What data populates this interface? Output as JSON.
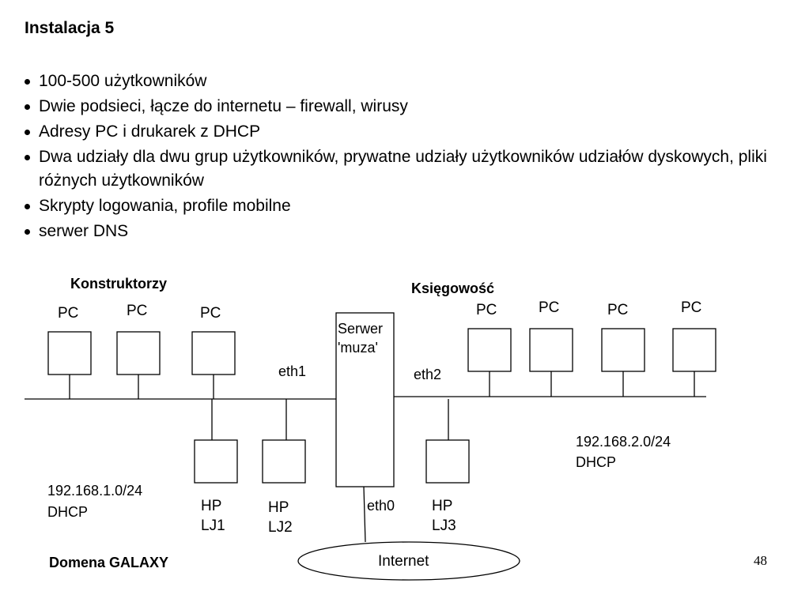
{
  "slide": {
    "title": "Instalacja 5",
    "bullets": [
      "100-500 użytkowników",
      "Dwie podsieci, łącze do internetu – firewall, wirusy",
      "Adresy PC i drukarek z DHCP",
      "Dwa udziały dla dwu grup użytkowników, prywatne udziały użytkowników udziałów dyskowych, pliki różnych użytkowników",
      "Skrypty logowania, profile mobilne",
      "serwer DNS"
    ],
    "page_number": "48"
  },
  "diagram": {
    "group_left": "Konstruktorzy",
    "group_right": "Księgowość",
    "pc_label": "PC",
    "server_line1": "Serwer",
    "server_line2": "'muza'",
    "eth1": "eth1",
    "eth2": "eth2",
    "eth0": "eth0",
    "printer1": [
      "HP",
      "LJ1"
    ],
    "printer2": [
      "HP",
      "LJ2"
    ],
    "printer3": [
      "HP",
      "LJ3"
    ],
    "subnet_left": [
      "192.168.1.0/24",
      "DHCP"
    ],
    "subnet_right": [
      "192.168.2.0/24",
      "DHCP"
    ],
    "internet": "Internet",
    "domain": "Domena GALAXY"
  }
}
